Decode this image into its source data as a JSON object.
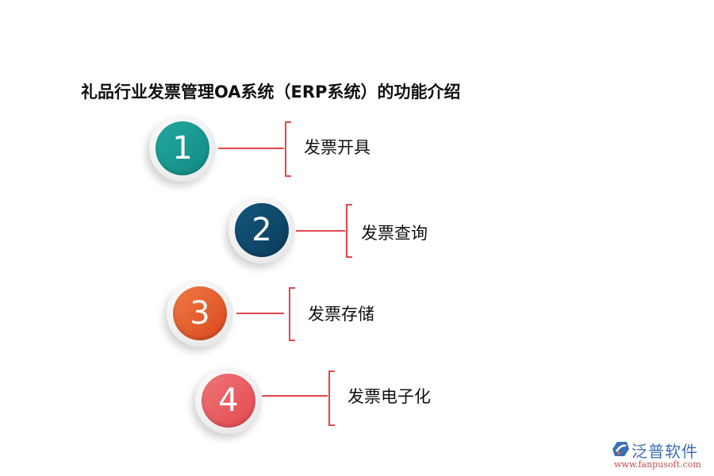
{
  "title": "礼品行业发票管理OA系统（ERP系统）的功能介绍",
  "colors": {
    "connector": "#e0474c",
    "item1": "#1a9a93",
    "item2": "#0d4a6e",
    "item3": "#e8602c",
    "item4": "#e9585c"
  },
  "items": [
    {
      "number": "1",
      "label": "发票开具"
    },
    {
      "number": "2",
      "label": "发票查询"
    },
    {
      "number": "3",
      "label": "发票存储"
    },
    {
      "number": "4",
      "label": "发票电子化"
    }
  ],
  "logo": {
    "brand": "泛普软件",
    "url": "www.fanpusoft.com"
  }
}
